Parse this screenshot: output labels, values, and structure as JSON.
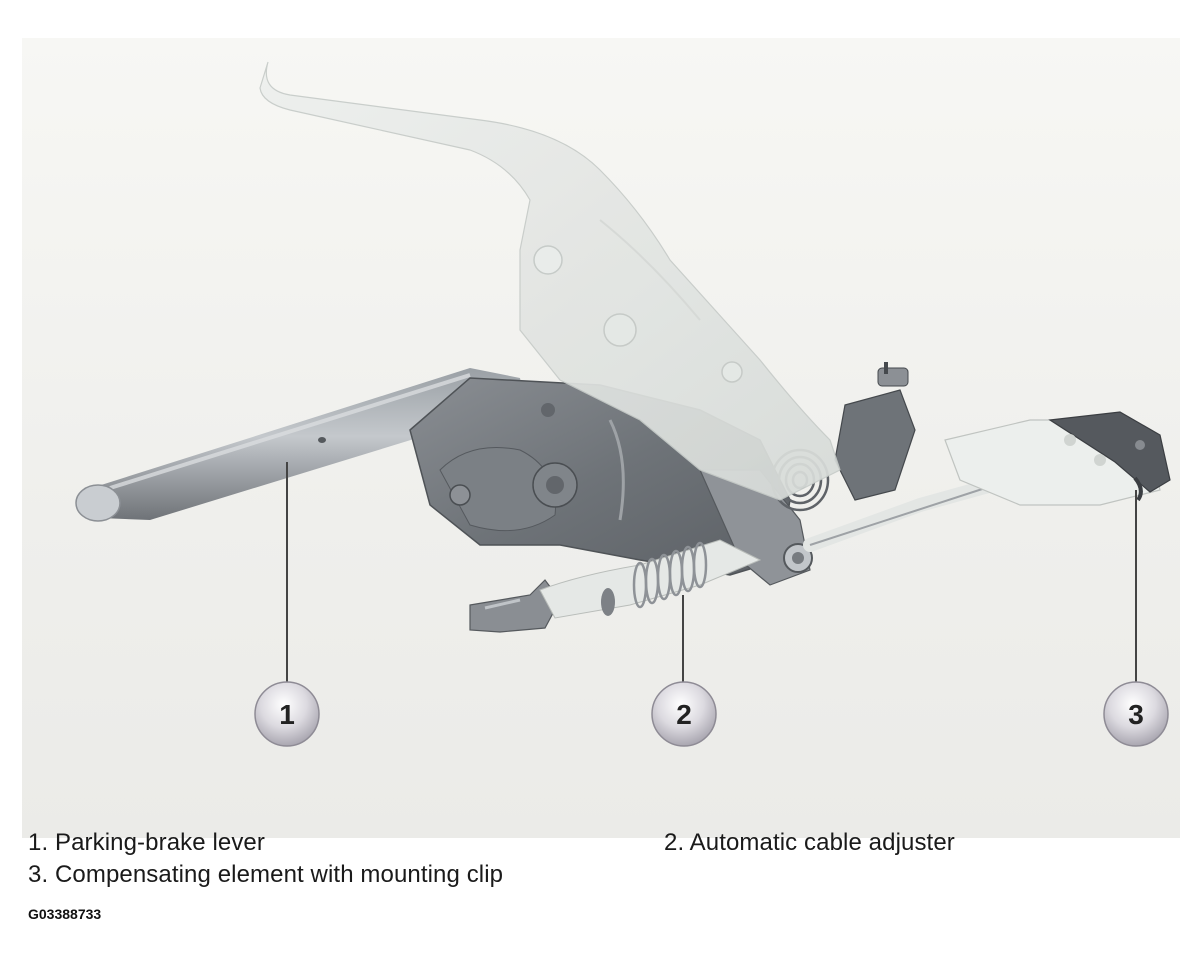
{
  "callouts": [
    {
      "number": "1",
      "label": "1. Parking-brake lever"
    },
    {
      "number": "2",
      "label": "2. Automatic cable adjuster"
    },
    {
      "number": "3",
      "label": "3. Compensating element with mounting clip"
    }
  ],
  "figure_id": "G03388733",
  "colors": {
    "lever_handle": "#e6e9e6",
    "metal_dark": "#7f8387",
    "metal_mid": "#a9adb1",
    "callout_bubble": "#d7d5dc",
    "leader_line": "#444444"
  }
}
